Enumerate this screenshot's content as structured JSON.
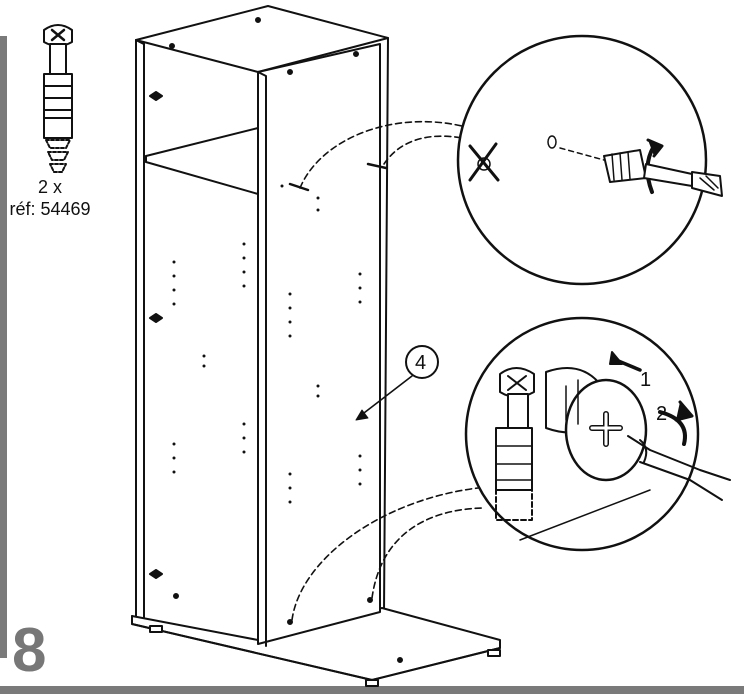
{
  "hardware": {
    "quantity": "2 x",
    "reference": "réf: 54469",
    "icon": "cam-bolt-icon"
  },
  "step": {
    "number": "8"
  },
  "callouts": {
    "panel_number": "4",
    "action_1": "1",
    "action_2": "2"
  },
  "icons": {
    "do_not_use": "cross-mark-icon",
    "rotate": "rotate-arrow-icon",
    "push": "push-arrow-icon",
    "screwdriver": "screwdriver-icon"
  },
  "colors": {
    "line": "#111111",
    "step_gray": "#777777",
    "frame_gray": "#7a7a7a"
  }
}
